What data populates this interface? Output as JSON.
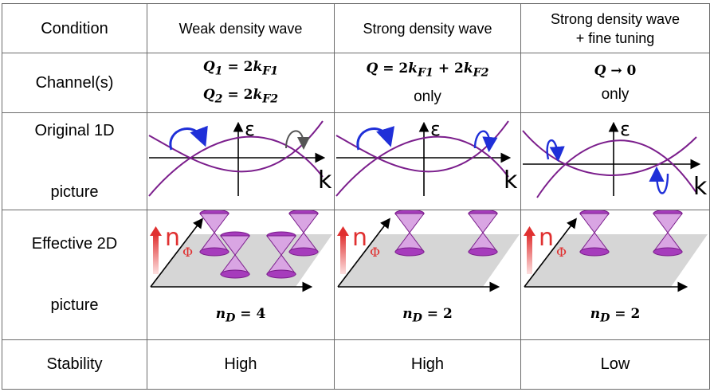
{
  "header": {
    "condition": "Condition",
    "weak": "Weak density wave",
    "strong": "Strong density wave",
    "fine_line1": "Strong density wave",
    "fine_line2": "+ fine tuning"
  },
  "rows": {
    "channels": "Channel(s)",
    "original_1d": "Original 1D",
    "effective_2d": "Effective 2D",
    "picture": "picture",
    "stability": "Stability"
  },
  "channels": {
    "weak_line1": "Q₁ = 2k_F1",
    "weak_line2": "Q₂ = 2k_F2",
    "strong_line1": "Q = 2k_F1 + 2k_F2",
    "strong_line2": "only",
    "fine_line1": "Q → 0",
    "fine_line2": "only"
  },
  "axes": {
    "energy": "ε",
    "momentum": "k",
    "field": "n",
    "field_sub": "Φ"
  },
  "nd": {
    "weak": "n_D = 4",
    "strong": "n_D = 2",
    "fine": "n_D = 2"
  },
  "stability": {
    "weak": "High",
    "strong": "High",
    "fine": "Low"
  },
  "colors": {
    "band": "#7b1e8c",
    "arrow_blue": "#1f2fd8",
    "arrow_gray": "#555555",
    "cone": "#c88ad8",
    "cone_edge": "#7b1e8c",
    "plane": "#d6d6d6",
    "n_arrow": "#e03030"
  }
}
